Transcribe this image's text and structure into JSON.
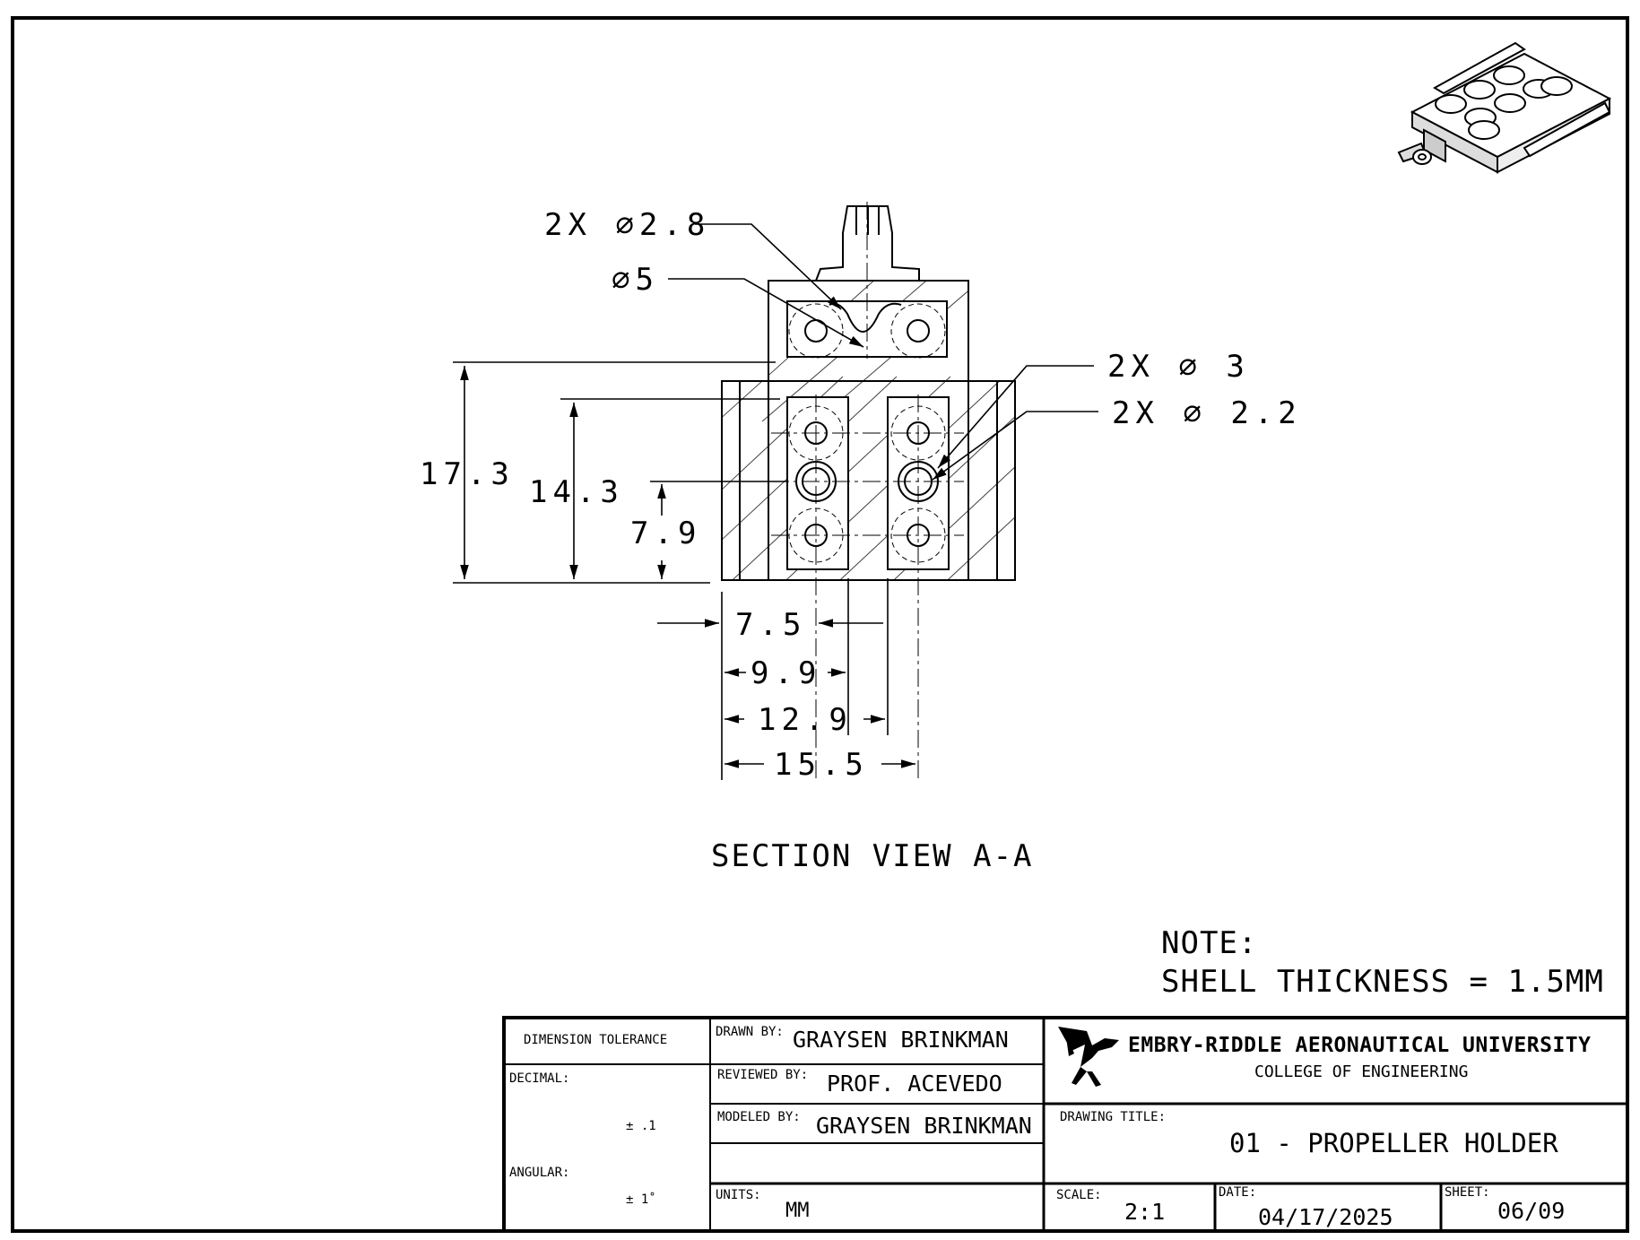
{
  "drawing": {
    "callouts": {
      "holes_2x_2_8": "2X ∅2.8",
      "hole_5": "∅5",
      "holes_2x_3": "2X  ∅ 3",
      "holes_2x_2_2": "2X  ∅ 2.2"
    },
    "dimensions": {
      "d17_3": "17.3",
      "d14_3": "14.3",
      "d7_9": "7.9",
      "d7_5": "7.5",
      "d9_9": "9.9",
      "d12_9": "12.9",
      "d15_5": "15.5"
    },
    "view_title": "SECTION VIEW A-A",
    "note_heading": "NOTE:",
    "note_text": "SHELL THICKNESS = 1.5MM"
  },
  "title_block": {
    "tolerance_header": "DIMENSION TOLERANCE",
    "decimal_label": "DECIMAL:",
    "decimal_value": "± .1",
    "angular_label": "ANGULAR:",
    "angular_value": "± 1˚",
    "drawn_by_label": "DRAWN BY:",
    "drawn_by": "GRAYSEN BRINKMAN",
    "reviewed_by_label": "REVIEWED BY:",
    "reviewed_by": "PROF. ACEVEDO",
    "modeled_by_label": "MODELED BY:",
    "modeled_by": "GRAYSEN BRINKMAN",
    "units_label": "UNITS:",
    "units": "MM",
    "university": "EMBRY-RIDDLE AERONAUTICAL UNIVERSITY",
    "college": "COLLEGE OF ENGINEERING",
    "drawing_title_label": "DRAWING TITLE:",
    "drawing_title": "01 - PROPELLER HOLDER",
    "scale_label": "SCALE:",
    "scale": "2:1",
    "date_label": "DATE:",
    "date": "04/17/2025",
    "sheet_label": "SHEET:",
    "sheet": "06/09"
  }
}
